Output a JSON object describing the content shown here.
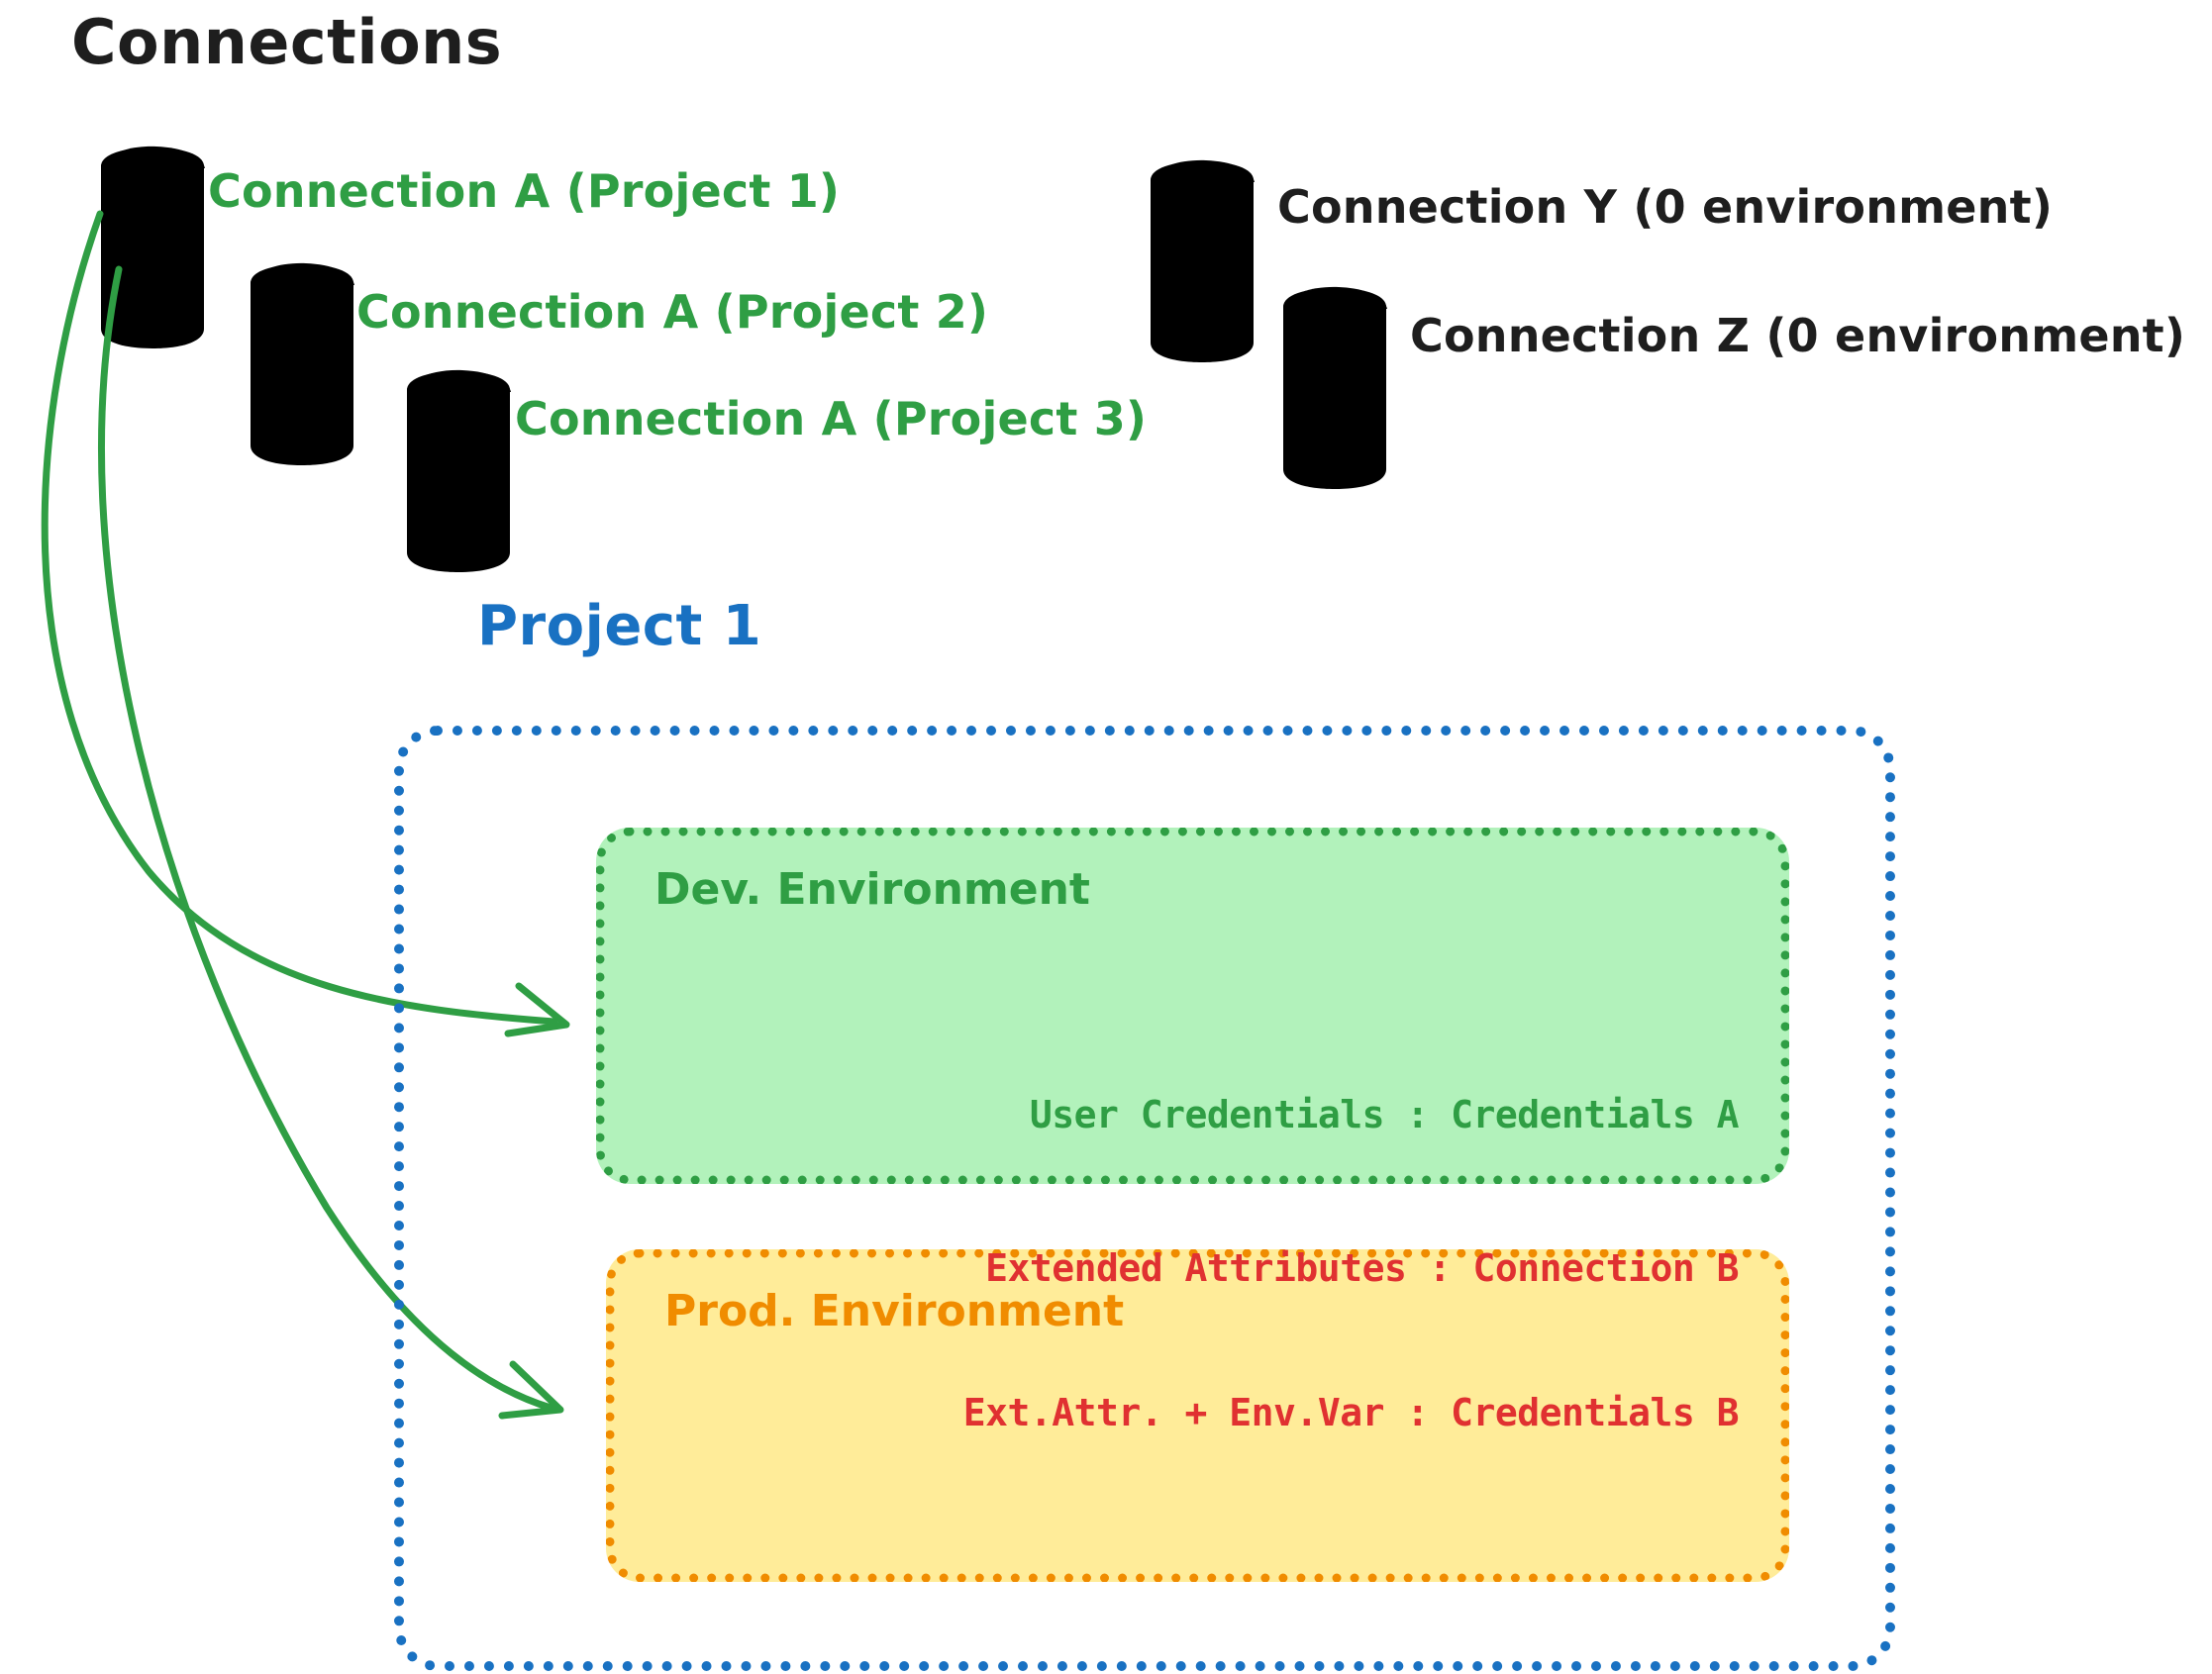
{
  "diagram": {
    "title": "Connections",
    "colors": {
      "green_stroke": "#2f9e44",
      "green_fill": "#b2f2bb",
      "gray_stroke": "#1e1e1e",
      "gray_fill": "#ced4da",
      "blue": "#1971c2",
      "orange": "#f08c00",
      "yellow_fill": "#ffec99",
      "red": "#e03131",
      "black": "#1e1e1e"
    },
    "connections": {
      "green_items": [
        {
          "label": "Connection A (Project 1)",
          "icon": "database-cylinder-icon",
          "color": "#2f9e44"
        },
        {
          "label": "Connection A (Project 2)",
          "icon": "database-cylinder-icon",
          "color": "#2f9e44"
        },
        {
          "label": "Connection A (Project 3)",
          "icon": "database-cylinder-icon",
          "color": "#2f9e44"
        }
      ],
      "gray_items": [
        {
          "label": "Connection Y (0 environment)",
          "icon": "database-cylinder-icon",
          "color": "#1e1e1e"
        },
        {
          "label": "Connection Z (0 environment)",
          "icon": "database-cylinder-icon",
          "color": "#1e1e1e"
        }
      ]
    },
    "project": {
      "title": "Project 1",
      "environments": [
        {
          "name": "Dev. Environment",
          "accent": "#2f9e44",
          "lines": [
            "User Credentials : Credentials A"
          ]
        },
        {
          "name": "Prod. Environment",
          "accent": "#f08c00",
          "lines": [
            "Extended Attributes : Connection B",
            "Ext.Attr. + Env.Var : Credentials B"
          ]
        }
      ]
    },
    "arrows": [
      {
        "name": "arrow-to-dev-environment",
        "color": "#2f9e44"
      },
      {
        "name": "arrow-to-prod-environment",
        "color": "#2f9e44"
      }
    ]
  }
}
